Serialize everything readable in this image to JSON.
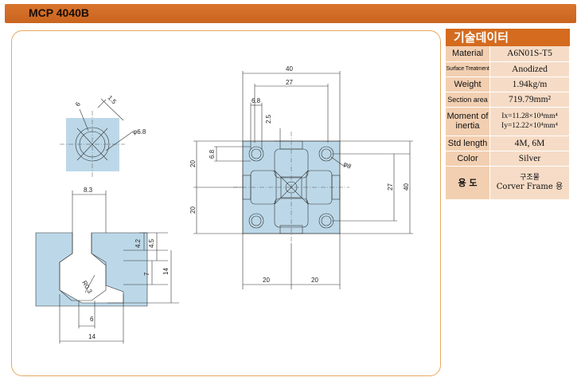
{
  "header": {
    "model": "MCP 4040B"
  },
  "spec": {
    "title": "기술데이터",
    "rows": [
      {
        "label": "Material",
        "value": "A6N01S-T5"
      },
      {
        "label": "Surface Treatment",
        "value": "Anodized"
      },
      {
        "label": "Weight",
        "value": "1.94kg/m"
      },
      {
        "label": "Section area",
        "value": "719.79mm²"
      },
      {
        "label": "Moment of inertia",
        "value_ix": "Ix=11.28×10⁴mm⁴",
        "value_iy": "Iy=12.22×10⁴mm⁴"
      },
      {
        "label": "Std length",
        "value": "4M, 6M"
      },
      {
        "label": "Color",
        "value": "Silver"
      },
      {
        "label": "용 도",
        "value_line1": "구조물",
        "value_line2": "Corver Frame 용"
      }
    ]
  },
  "dims": {
    "detail": {
      "d1": "1.5",
      "d2": "6",
      "d3": "φ6.8"
    },
    "slot": {
      "w_top": "8.3",
      "h1": "4.2",
      "h2": "4.5",
      "h3": "7",
      "h4": "14",
      "r": "R0.3",
      "w_bottom": "6",
      "w_total": "14"
    },
    "profile": {
      "w_total": "40",
      "w_inner": "27",
      "w_slot": "6.8",
      "d_slot": "2.5",
      "w_left": "6.8",
      "hole": "φ8",
      "h_top": "20",
      "h_bottom": "20",
      "h_total": "40",
      "h_inner": "27",
      "w_b1": "20",
      "w_b2": "20"
    }
  }
}
